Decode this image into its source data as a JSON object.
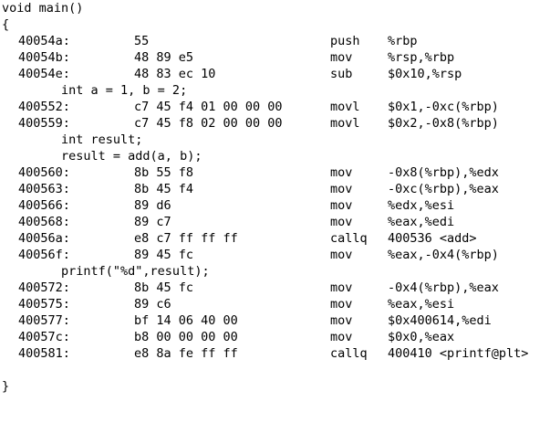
{
  "lines": [
    {
      "type": "source",
      "text": "void main()"
    },
    {
      "type": "source",
      "text": "{"
    },
    {
      "type": "asm",
      "addr": "40054a:",
      "bytes": "55",
      "mnemonic": "push",
      "operands": "%rbp"
    },
    {
      "type": "asm",
      "addr": "40054b:",
      "bytes": "48 89 e5",
      "mnemonic": "mov",
      "operands": "%rsp,%rbp"
    },
    {
      "type": "asm",
      "addr": "40054e:",
      "bytes": "48 83 ec 10",
      "mnemonic": "sub",
      "operands": "$0x10,%rsp"
    },
    {
      "type": "source",
      "text": "        int a = 1, b = 2;"
    },
    {
      "type": "asm",
      "addr": "400552:",
      "bytes": "c7 45 f4 01 00 00 00",
      "mnemonic": "movl",
      "operands": "$0x1,-0xc(%rbp)"
    },
    {
      "type": "asm",
      "addr": "400559:",
      "bytes": "c7 45 f8 02 00 00 00",
      "mnemonic": "movl",
      "operands": "$0x2,-0x8(%rbp)"
    },
    {
      "type": "source",
      "text": "        int result;"
    },
    {
      "type": "source",
      "text": "        result = add(a, b);"
    },
    {
      "type": "asm",
      "addr": "400560:",
      "bytes": "8b 55 f8",
      "mnemonic": "mov",
      "operands": "-0x8(%rbp),%edx"
    },
    {
      "type": "asm",
      "addr": "400563:",
      "bytes": "8b 45 f4",
      "mnemonic": "mov",
      "operands": "-0xc(%rbp),%eax"
    },
    {
      "type": "asm",
      "addr": "400566:",
      "bytes": "89 d6",
      "mnemonic": "mov",
      "operands": "%edx,%esi"
    },
    {
      "type": "asm",
      "addr": "400568:",
      "bytes": "89 c7",
      "mnemonic": "mov",
      "operands": "%eax,%edi"
    },
    {
      "type": "asm",
      "addr": "40056a:",
      "bytes": "e8 c7 ff ff ff",
      "mnemonic": "callq",
      "operands": "400536 <add>"
    },
    {
      "type": "asm",
      "addr": "40056f:",
      "bytes": "89 45 fc",
      "mnemonic": "mov",
      "operands": "%eax,-0x4(%rbp)"
    },
    {
      "type": "source",
      "text": "        printf(\"%d\",result);"
    },
    {
      "type": "asm",
      "addr": "400572:",
      "bytes": "8b 45 fc",
      "mnemonic": "mov",
      "operands": "-0x4(%rbp),%eax"
    },
    {
      "type": "asm",
      "addr": "400575:",
      "bytes": "89 c6",
      "mnemonic": "mov",
      "operands": "%eax,%esi"
    },
    {
      "type": "asm",
      "addr": "400577:",
      "bytes": "bf 14 06 40 00",
      "mnemonic": "mov",
      "operands": "$0x400614,%edi"
    },
    {
      "type": "asm",
      "addr": "40057c:",
      "bytes": "b8 00 00 00 00",
      "mnemonic": "mov",
      "operands": "$0x0,%eax"
    },
    {
      "type": "asm",
      "addr": "400581:",
      "bytes": "e8 8a fe ff ff",
      "mnemonic": "callq",
      "operands": "400410 <printf@plt>"
    },
    {
      "type": "blank"
    },
    {
      "type": "source",
      "text": "}"
    }
  ]
}
